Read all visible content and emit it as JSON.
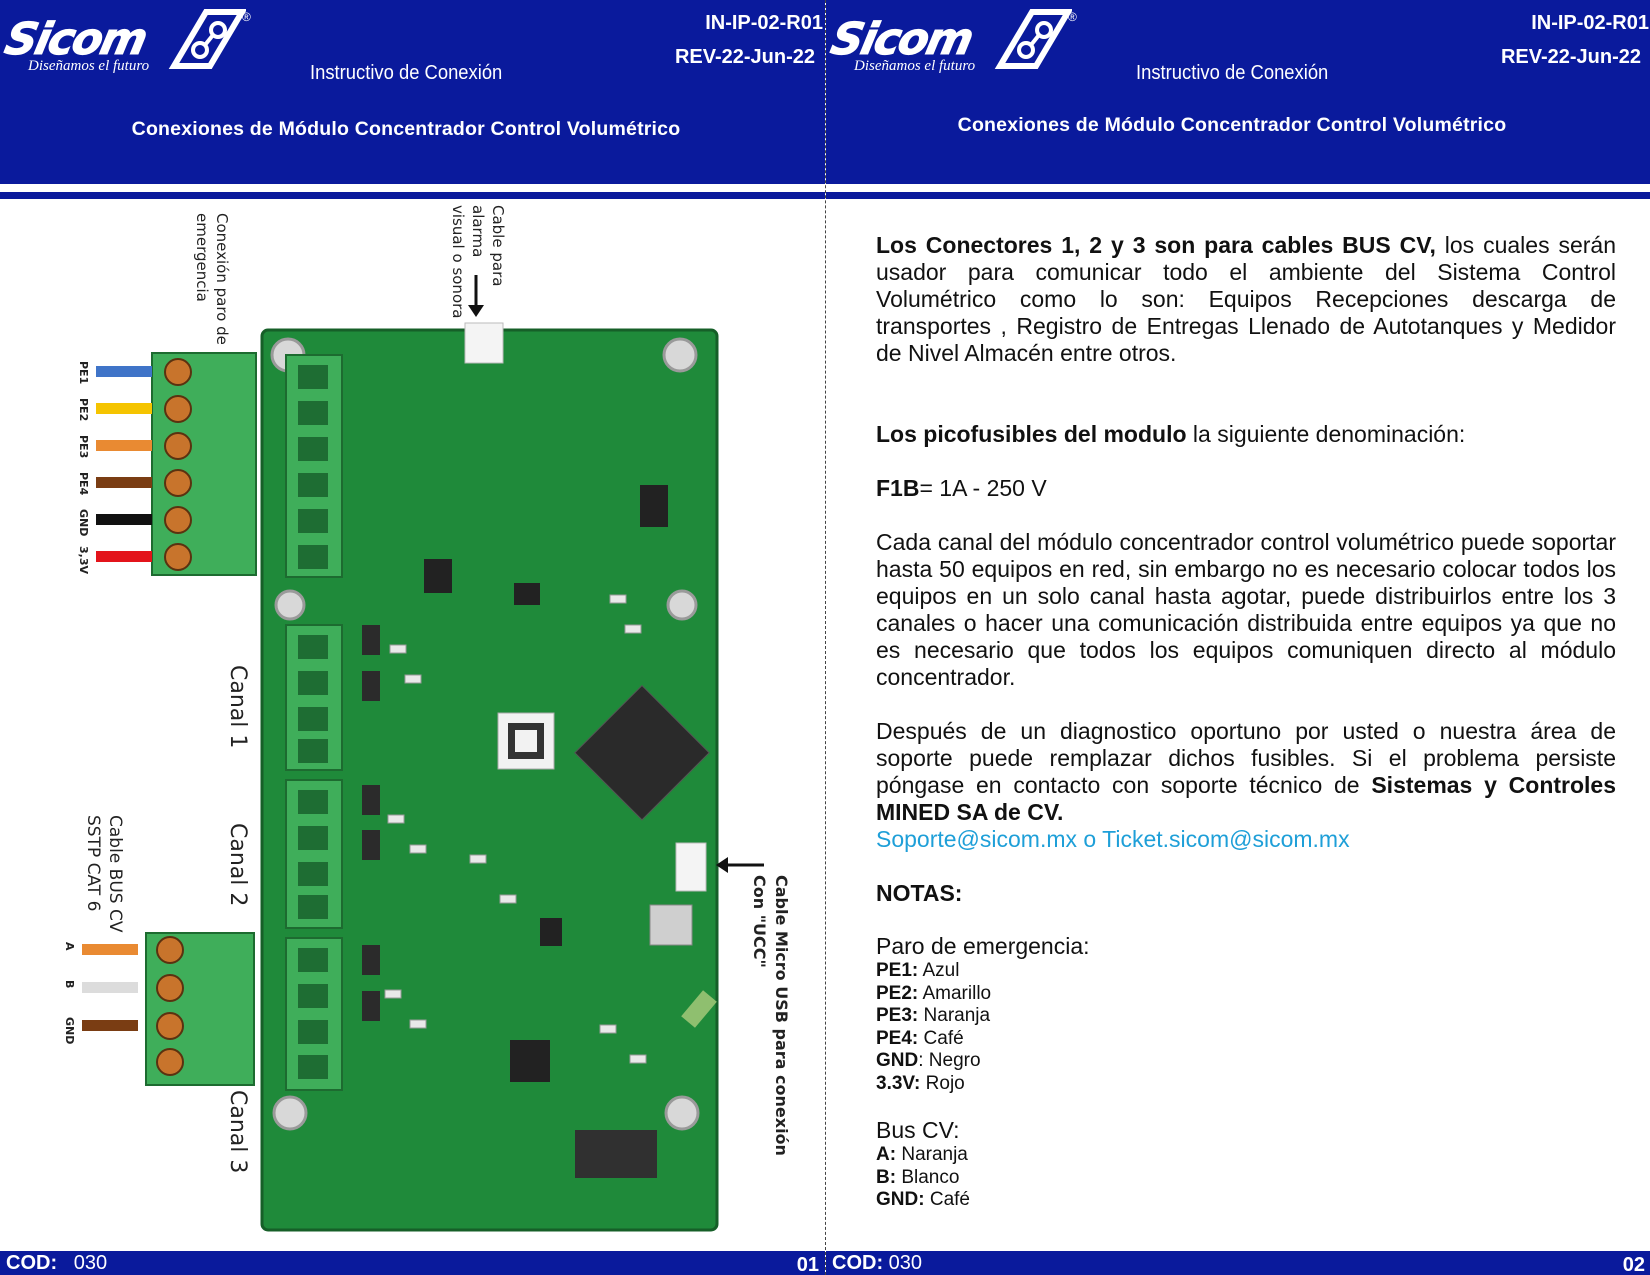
{
  "header": {
    "brand": "Sicom",
    "tagline": "Diseñamos el futuro",
    "code": "IN-IP-02-R01",
    "revision": "REV-22-Jun-22",
    "title": "Instructivo  de Conexión",
    "subtitle": "Conexiones  de Módulo Concentrador Control Volumétrico"
  },
  "footer": {
    "cod_label": "COD:",
    "cod_value": "030",
    "page_left": "01",
    "page_right": "02"
  },
  "diagram": {
    "label_emergency": [
      "Conexión paro de",
      "emergencia"
    ],
    "label_alarm": [
      "Cable para",
      "alarma",
      "visual o sonora"
    ],
    "label_bus": [
      "Cable BUS CV",
      "SSTP CAT 6"
    ],
    "label_usb": [
      "Cable Micro USB para conexión",
      "Con \"UCC\""
    ],
    "pe_pins": [
      "PE1",
      "PE2",
      "PE3",
      "PE4",
      "GND",
      "3,3V"
    ],
    "bus_pins": [
      "A",
      "B",
      "GND"
    ],
    "channels": [
      "Canal 1",
      "Canal 2",
      "Canal 3"
    ],
    "wire_colors": {
      "PE1": "#3f74c8",
      "PE2": "#f5c400",
      "PE3": "#e98a32",
      "PE4": "#7a3d13",
      "GND": "#111111",
      "V33": "#e3141b",
      "A": "#e98a32",
      "B": "#dcdcdc",
      "BUSGND": "#7a3d13"
    },
    "board_color": "#1f8a3a",
    "connector_color": "#3fae5a"
  },
  "content": {
    "p1_bold": "Los Conectores 1, 2 y 3 son para cables BUS CV,",
    "p1_rest": " los cuales serán usador para comunicar todo el ambiente del Sistema Control Volumétrico como lo son: Equipos Recepciones descarga de transportes , Registro de Entregas Llenado de Autotanques y Medidor de Nivel Almacén entre otros.",
    "p2_bold": "Los picofusibles del modulo",
    "p2_rest": "  la siguiente denominación:",
    "f1b_bold": "F1B",
    "f1b_rest": "= 1A - 250 V",
    "p3": "Cada canal del módulo concentrador control volumétrico puede soportar hasta 50 equipos en red, sin embargo no es necesario colocar todos los equipos en un solo canal hasta agotar, puede distribuirlos entre los 3 canales o hacer una comunicación distribuida entre equipos ya que no es necesario que todos los equipos comuniquen directo al módulo concentrador.",
    "p4_rest": "Después de un diagnostico oportuno por usted o nuestra área de soporte puede remplazar dichos fusibles. Si el problema persiste póngase en contacto con soporte técnico de ",
    "p4_bold": "Sistemas y Controles MINED SA de CV.",
    "link": "Soporte@sicom.mx o Ticket.sicom@sicom.mx",
    "notes_title": "NOTAS:",
    "paro_title": "Paro de emergencia:",
    "paro_items": [
      {
        "k": "PE1:",
        "v": " Azul"
      },
      {
        "k": "PE2:",
        "v": " Amarillo"
      },
      {
        "k": "PE3:",
        "v": " Naranja"
      },
      {
        "k": "PE4:",
        "v": " Café"
      },
      {
        "k": "GND",
        "v": ": Negro"
      },
      {
        "k": "3.3V:",
        "v": " Rojo"
      }
    ],
    "bus_title": "Bus CV:",
    "bus_items": [
      {
        "k": "A:",
        "v": " Naranja"
      },
      {
        "k": "B:",
        "v": " Blanco"
      },
      {
        "k": "GND:",
        "v": " Café"
      }
    ]
  }
}
